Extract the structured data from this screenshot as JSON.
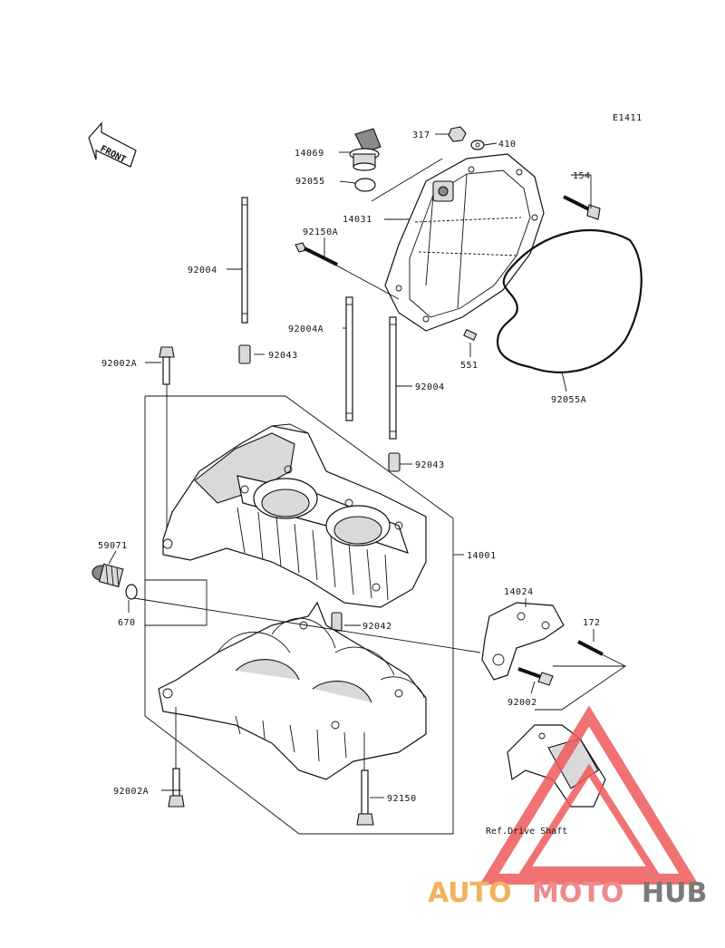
{
  "diagram": {
    "code": "E1411",
    "front_label": "FRONT",
    "reference_note": "Ref.Drive Shaft",
    "watermark": {
      "part1": "AUTO",
      "part2": "MOTO",
      "part3": "HUB",
      "colors": {
        "auto": "#f2b25c",
        "moto": "#ee8a8a",
        "hub": "#7a7a7a",
        "triangle": "#ee5a5a"
      }
    },
    "parts": [
      {
        "id": "p317",
        "number": "317"
      },
      {
        "id": "p410",
        "number": "410"
      },
      {
        "id": "p14069",
        "number": "14069"
      },
      {
        "id": "p92055",
        "number": "92055"
      },
      {
        "id": "p14031",
        "number": "14031"
      },
      {
        "id": "p154",
        "number": "154"
      },
      {
        "id": "p92150A",
        "number": "92150A"
      },
      {
        "id": "p92004a",
        "number": "92004"
      },
      {
        "id": "p92043a",
        "number": "92043"
      },
      {
        "id": "p92002A",
        "number": "92002A"
      },
      {
        "id": "p92004A",
        "number": "92004A"
      },
      {
        "id": "p551",
        "number": "551"
      },
      {
        "id": "p92004b",
        "number": "92004"
      },
      {
        "id": "p92055A",
        "number": "92055A"
      },
      {
        "id": "p92043b",
        "number": "92043"
      },
      {
        "id": "p14001",
        "number": "14001"
      },
      {
        "id": "p59071",
        "number": "59071"
      },
      {
        "id": "p670",
        "number": "670"
      },
      {
        "id": "p14024",
        "number": "14024"
      },
      {
        "id": "p172",
        "number": "172"
      },
      {
        "id": "p92042",
        "number": "92042"
      },
      {
        "id": "p92002",
        "number": "92002"
      },
      {
        "id": "p92002A2",
        "number": "92002A"
      },
      {
        "id": "p92150",
        "number": "92150"
      }
    ]
  }
}
